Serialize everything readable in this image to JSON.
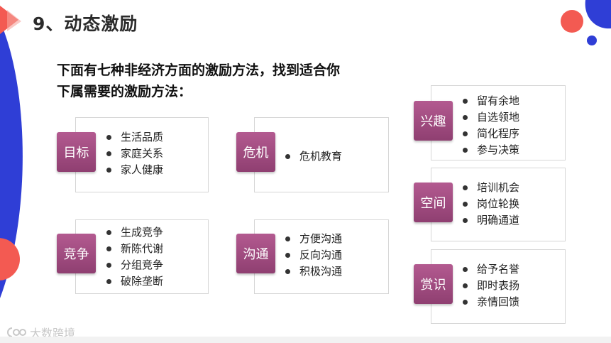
{
  "slide": {
    "title": "9、动态激励",
    "intro_line1": "下面有七种非经济方面的激励方法，找到适合你",
    "intro_line2": "下属需要的激励方法：",
    "watermark_text": "大数跨境",
    "colors": {
      "tag_purple": "#a14d81",
      "accent_red": "#f35a52",
      "accent_blue": "#2f3ed6"
    }
  },
  "cards": {
    "goal": {
      "label": "目标",
      "items": [
        "生活品质",
        "家庭关系",
        "家人健康"
      ]
    },
    "crisis": {
      "label": "危机",
      "items": [
        "危机教育"
      ]
    },
    "interest": {
      "label": "兴趣",
      "items": [
        "留有余地",
        "自选领地",
        "简化程序",
        "参与决策"
      ]
    },
    "space": {
      "label": "空间",
      "items": [
        "培训机会",
        "岗位轮换",
        "明确通道"
      ]
    },
    "competition": {
      "label": "竞争",
      "items": [
        "生成竞争",
        "新陈代谢",
        "分组竞争",
        "破除垄断"
      ]
    },
    "communication": {
      "label": "沟通",
      "items": [
        "方便沟通",
        "反向沟通",
        "积极沟通"
      ]
    },
    "appreciation": {
      "label": "赏识",
      "items": [
        "给予名誉",
        "即时表扬",
        "亲情回馈"
      ]
    }
  }
}
